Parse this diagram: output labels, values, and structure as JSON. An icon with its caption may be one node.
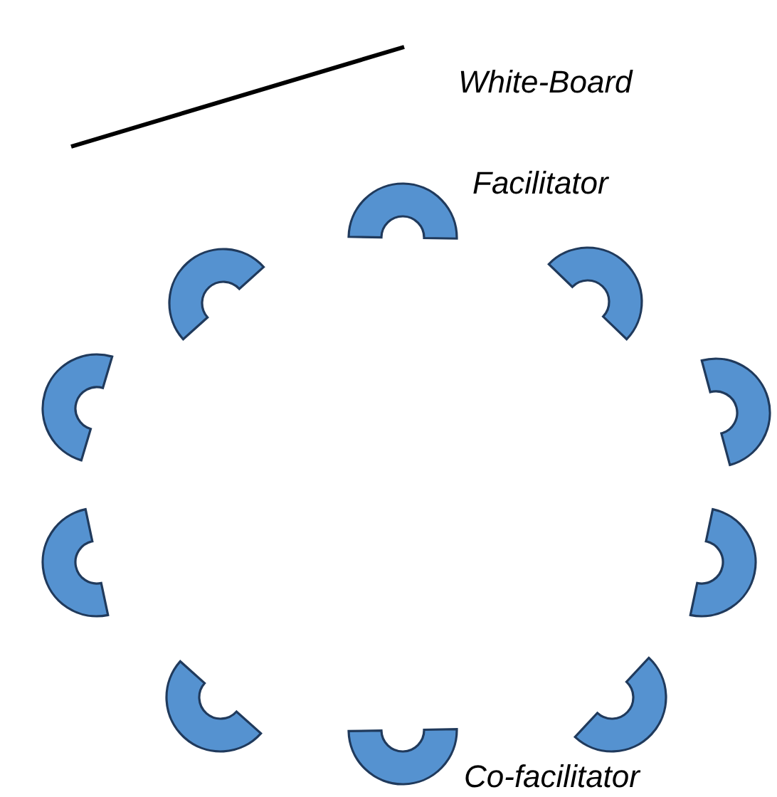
{
  "diagram": {
    "nodes": [
      {
        "text": [],
        "shape": "bar",
        "beside": [
          "White-Board"
        ]
      },
      {
        "text": [],
        "shape": "arc",
        "beside": [
          "Facilitator"
        ]
      },
      {
        "text": [],
        "shape": "arc"
      },
      {
        "text": [],
        "shape": "arc"
      },
      {
        "text": [],
        "shape": "arc"
      },
      {
        "text": [],
        "shape": "arc"
      },
      {
        "text": [],
        "shape": "arc"
      },
      {
        "text": [],
        "shape": "arc"
      },
      {
        "text": [],
        "shape": "arc"
      },
      {
        "text": [],
        "shape": "arc"
      },
      {
        "text": [],
        "shape": "arc",
        "beside": [
          "Co-facilitator"
        ]
      }
    ]
  }
}
